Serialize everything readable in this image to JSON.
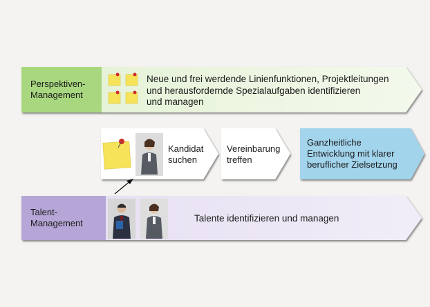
{
  "diagram": {
    "colors": {
      "perspektiven": "#a9d77f",
      "perspektiven_body": "#e3f1d3",
      "talent": "#b5a6d7",
      "talent_body": "#e4ddf0",
      "ganzheitlich": "#a2d4ec",
      "step_fill": "#ffffff",
      "note": "#f6e35a",
      "pin": "#d32b2b"
    },
    "perspektiven": {
      "label_lines": [
        "Perspektiven-",
        "Management"
      ],
      "text_lines": [
        "Neue und frei werdende Linienfunktionen, Projektleitungen",
        "und herausfordernde Spezialaufgaben identifizieren",
        "und managen"
      ],
      "icons": [
        "sticky-note-icon",
        "sticky-note-icon",
        "sticky-note-icon",
        "sticky-note-icon"
      ]
    },
    "steps": [
      {
        "lines": [
          "Kandidat",
          "suchen"
        ]
      },
      {
        "lines": [
          "Vereinbarung",
          "treffen"
        ]
      }
    ],
    "goal": {
      "lines": [
        "Ganzheitliche",
        "Entwicklung mit klarer",
        "beruflicher Zielsetzung"
      ]
    },
    "talent": {
      "label_lines": [
        "Talent-",
        "Management"
      ],
      "text": "Talente identifizieren und managen",
      "icons": [
        "businessman-icon",
        "businesswoman-icon"
      ]
    }
  }
}
